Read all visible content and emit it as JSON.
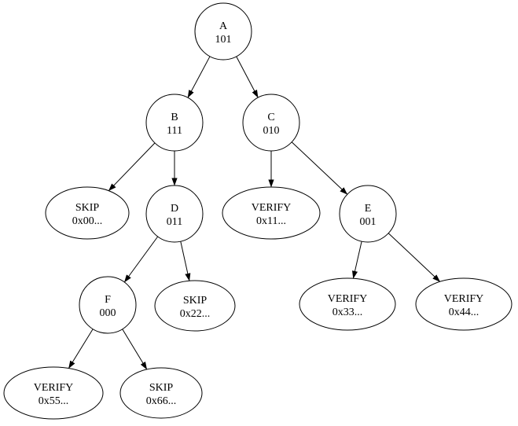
{
  "diagram": {
    "type": "tree-graph",
    "background_color": "#ffffff",
    "stroke_color": "#000000",
    "text_color": "#000000",
    "nodes": [
      {
        "id": "A",
        "shape": "circle",
        "line1": "A",
        "line2": "101"
      },
      {
        "id": "B",
        "shape": "circle",
        "line1": "B",
        "line2": "111"
      },
      {
        "id": "C",
        "shape": "circle",
        "line1": "C",
        "line2": "010"
      },
      {
        "id": "skip-0x00",
        "shape": "ellipse",
        "line1": "SKIP",
        "line2": "0x00..."
      },
      {
        "id": "D",
        "shape": "circle",
        "line1": "D",
        "line2": "011"
      },
      {
        "id": "verify-0x11",
        "shape": "ellipse",
        "line1": "VERIFY",
        "line2": "0x11..."
      },
      {
        "id": "E",
        "shape": "circle",
        "line1": "E",
        "line2": "001"
      },
      {
        "id": "F",
        "shape": "circle",
        "line1": "F",
        "line2": "000"
      },
      {
        "id": "skip-0x22",
        "shape": "ellipse",
        "line1": "SKIP",
        "line2": "0x22..."
      },
      {
        "id": "verify-0x33",
        "shape": "ellipse",
        "line1": "VERIFY",
        "line2": "0x33..."
      },
      {
        "id": "verify-0x44",
        "shape": "ellipse",
        "line1": "VERIFY",
        "line2": "0x44..."
      },
      {
        "id": "verify-0x55",
        "shape": "ellipse",
        "line1": "VERIFY",
        "line2": "0x55..."
      },
      {
        "id": "skip-0x66",
        "shape": "ellipse",
        "line1": "SKIP",
        "line2": "0x66..."
      }
    ],
    "edges": [
      {
        "from": "A",
        "to": "B"
      },
      {
        "from": "A",
        "to": "C"
      },
      {
        "from": "B",
        "to": "skip-0x00"
      },
      {
        "from": "B",
        "to": "D"
      },
      {
        "from": "C",
        "to": "verify-0x11"
      },
      {
        "from": "C",
        "to": "E"
      },
      {
        "from": "D",
        "to": "F"
      },
      {
        "from": "D",
        "to": "skip-0x22"
      },
      {
        "from": "E",
        "to": "verify-0x33"
      },
      {
        "from": "E",
        "to": "verify-0x44"
      },
      {
        "from": "F",
        "to": "verify-0x55"
      },
      {
        "from": "F",
        "to": "skip-0x66"
      }
    ]
  }
}
